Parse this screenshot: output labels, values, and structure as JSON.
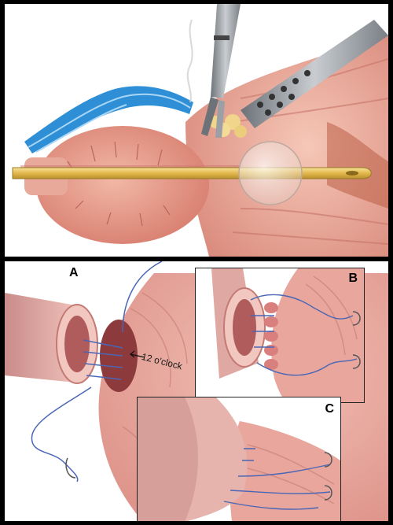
{
  "labels": {
    "a": "A",
    "b": "B",
    "c": "C",
    "twelve_oclock": "12 o'clock"
  },
  "colors": {
    "tissue_pink": "#e7a59c",
    "tissue_dark": "#c46a66",
    "urethra_lumen": "#8c3a3c",
    "catheter_yellow": "#e7c35a",
    "fat_yellow": "#f0d58a",
    "nerve_blue": "#2f8fd6",
    "suture_blue": "#4a66b5",
    "instrument_gray": "#8e9399"
  }
}
